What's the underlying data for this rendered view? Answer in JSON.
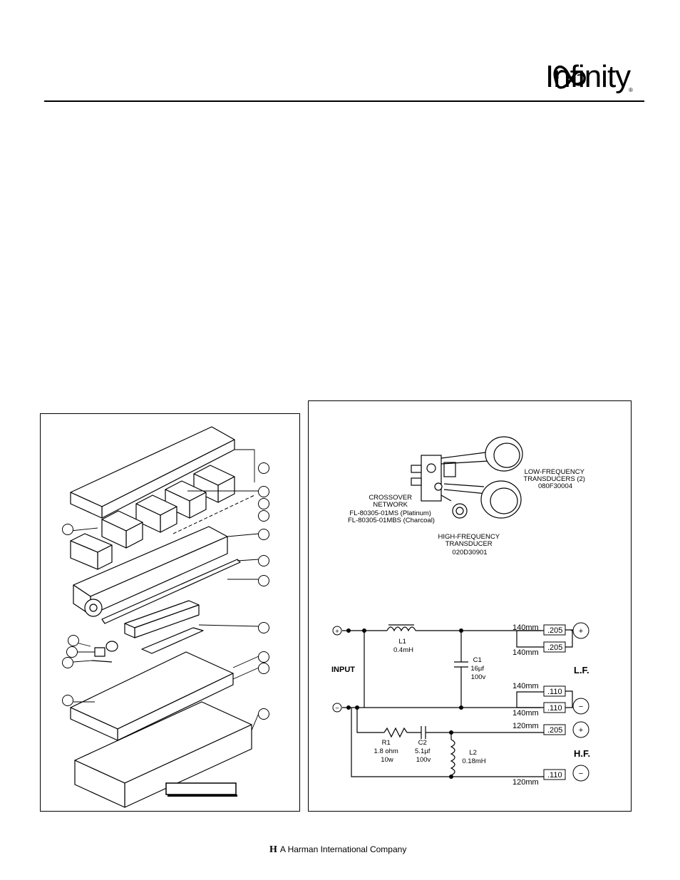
{
  "brand": {
    "name": "Infinity",
    "reg": "®"
  },
  "exploded_view": {
    "label_box": ""
  },
  "wiring": {
    "crossover": [
      "CROSSOVER",
      "NETWORK",
      "FL-80305-01MS (Platinum)",
      "FL-80305-01MBS (Charcoal)"
    ],
    "lf_transducers": [
      "LOW-FREQUENCY",
      "TRANSDUCERS (2)",
      "080F30004"
    ],
    "hf_transducer": [
      "HIGH-FREQUENCY",
      "TRANSDUCER",
      "020D30901"
    ]
  },
  "schematic": {
    "input": "INPUT",
    "lf": "L.F.",
    "hf": "H.F.",
    "plus": "+",
    "minus": "−",
    "l1": [
      "L1",
      "0.4mH"
    ],
    "c1": [
      "C1",
      "16µf",
      "100v"
    ],
    "r1": [
      "R1",
      "1.8 ohm",
      "10w"
    ],
    "c2": [
      "C2",
      "5.1µf",
      "100v"
    ],
    "l2": [
      "L2",
      "0.18mH"
    ],
    "wire_lengths": [
      "140mm",
      "140mm",
      "140mm",
      "140mm",
      "120mm",
      "120mm"
    ],
    "wire_gauges": [
      ".205",
      ".205",
      ".110",
      ".110",
      ".205",
      ".110"
    ]
  },
  "footer": {
    "symbol": "H",
    "text": "A Harman International Company"
  }
}
